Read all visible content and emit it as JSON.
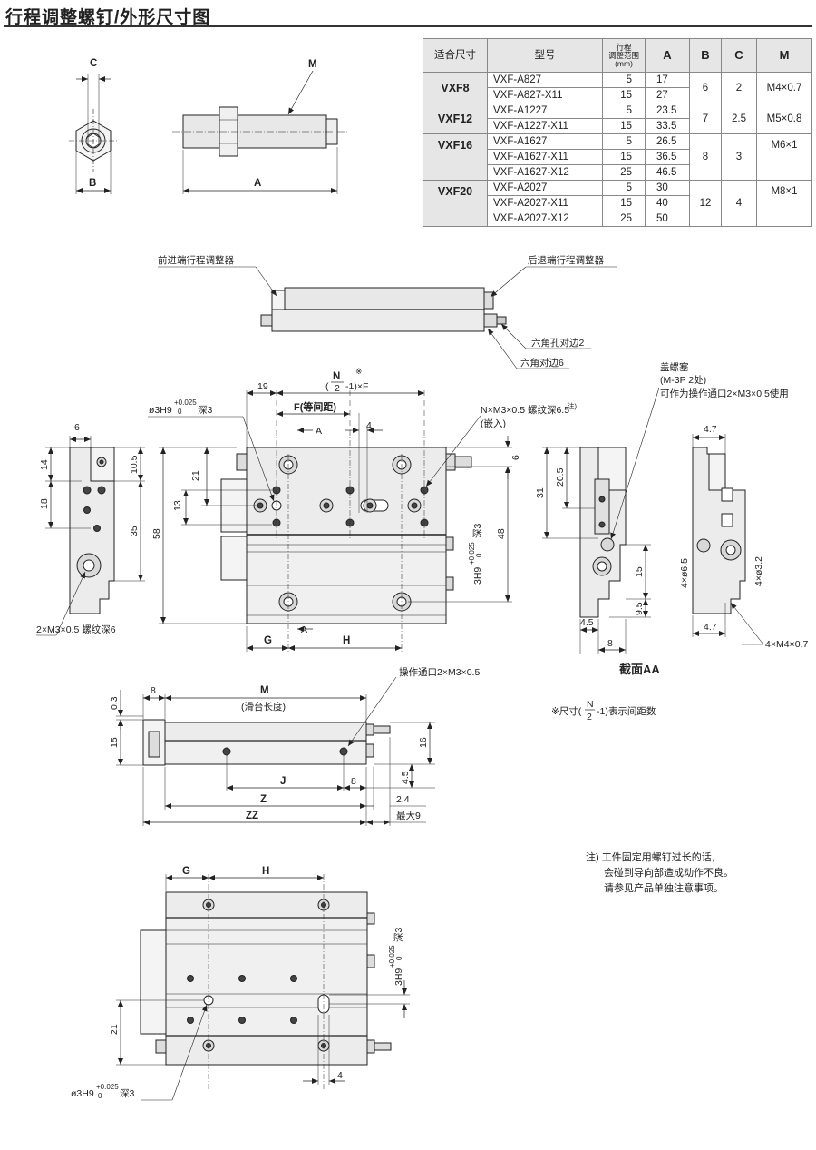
{
  "page_title": "行程调整螺钉/外形尺寸图",
  "table": {
    "headers": {
      "fit_size": "适合尺寸",
      "model": "型号",
      "range_l1": "行程",
      "range_l2": "调整范围",
      "range_l3": "(mm)",
      "a": "A",
      "b": "B",
      "c": "C",
      "m": "M"
    },
    "groups": [
      {
        "name": "VXF8",
        "b": "6",
        "c": "2",
        "m": "M4×0.7",
        "rows": [
          {
            "model": "VXF-A827",
            "range": "5",
            "a": "17"
          },
          {
            "model": "VXF-A827-X11",
            "range": "15",
            "a": "27"
          }
        ]
      },
      {
        "name": "VXF12",
        "b": "7",
        "c": "2.5",
        "m": "M5×0.8",
        "rows": [
          {
            "model": "VXF-A1227",
            "range": "5",
            "a": "23.5"
          },
          {
            "model": "VXF-A1227-X11",
            "range": "15",
            "a": "33.5"
          }
        ]
      },
      {
        "name": "VXF16",
        "b": "8",
        "c": "3",
        "m": "M6×1",
        "rows": [
          {
            "model": "VXF-A1627",
            "range": "5",
            "a": "26.5"
          },
          {
            "model": "VXF-A1627-X11",
            "range": "15",
            "a": "36.5"
          },
          {
            "model": "VXF-A1627-X12",
            "range": "25",
            "a": "46.5"
          }
        ]
      },
      {
        "name": "VXF20",
        "b": "12",
        "c": "4",
        "m": "M8×1",
        "rows": [
          {
            "model": "VXF-A2027",
            "range": "5",
            "a": "30"
          },
          {
            "model": "VXF-A2027-X11",
            "range": "15",
            "a": "40"
          },
          {
            "model": "VXF-A2027-X12",
            "range": "25",
            "a": "50"
          }
        ]
      }
    ]
  },
  "screw": {
    "c": "C",
    "m": "M",
    "b": "B",
    "a": "A"
  },
  "adjusters": {
    "front": "前进端行程调整器",
    "rear": "后退端行程调整器",
    "hex2": "六角孔对边2",
    "hex6": "六角对边6"
  },
  "front_view": {
    "d19": "19",
    "nformula_n": "N",
    "nformula_2": "2",
    "nformula_rest": "-1)×F",
    "nformula_open": "(",
    "nformula_mark": "※",
    "bore": "ø3H9",
    "bore_tol_up": "+0.025",
    "bore_tol_lo": "0",
    "bore_depth": "深3",
    "f_pitch": "F(等间距)",
    "section_a": "A",
    "d4": "4",
    "n_tap": "N×M3×0.5 螺纹深6.5",
    "n_tap_note": "注)",
    "insert": "(嵌入)",
    "d6": "6",
    "d21": "21",
    "d13": "13",
    "d58": "58",
    "d48": "48",
    "v_bore": "3H9",
    "v_bore_tol_up": "+0.025",
    "v_bore_tol_lo": "0",
    "v_bore_depth": "深3",
    "g": "G",
    "h": "H"
  },
  "side_view": {
    "d6": "6",
    "d14": "14",
    "d18": "18",
    "d10_5": "10.5",
    "d35": "35",
    "tap": "2×M3×0.5 螺纹深6"
  },
  "section_view": {
    "d31": "31",
    "d20_5": "20.5",
    "d15": "15",
    "d9_5": "9.5",
    "d4_5": "4.5",
    "d8": "8",
    "cap_title": "盖螺塞",
    "cap_qty": "(M-3P  2处)",
    "cap_note": "可作为操作通口2×M3×0.5使用",
    "d4_7a": "4.7",
    "d4_7b": "4.7",
    "d6_5": "4×ø6.5",
    "d3_2": "4×ø3.2",
    "tap4": "4×M4×0.7",
    "caption": "截面AA"
  },
  "bottom_view": {
    "d0_3": "0.3",
    "d8": "8",
    "m": "M",
    "m_desc": "(滑台长度)",
    "port": "操作通口2×M3×0.5",
    "d15": "15",
    "d16": "16",
    "j": "J",
    "d8b": "8",
    "d4_5": "4.5",
    "z": "Z",
    "d2_4": "2.4",
    "zz": "ZZ",
    "max9": "最大9"
  },
  "formula_note": {
    "prefix": "※尺寸(",
    "n": "N",
    "den": "2",
    "suffix": "-1)表示间距数"
  },
  "remark": {
    "l1": "注) 工件固定用螺钉过长的话,",
    "l2": "会碰到导向部造成动作不良。",
    "l3": "请参见产品单独注意事项。"
  },
  "top_view": {
    "g": "G",
    "h": "H",
    "v_bore": "3H9",
    "v_tol_up": "+0.025",
    "v_tol_lo": "0",
    "v_depth": "深3",
    "d21": "21",
    "d4": "4",
    "bore": "ø3H9",
    "bore_tol_up": "+0.025",
    "bore_tol_lo": "0",
    "bore_depth": "深3"
  }
}
